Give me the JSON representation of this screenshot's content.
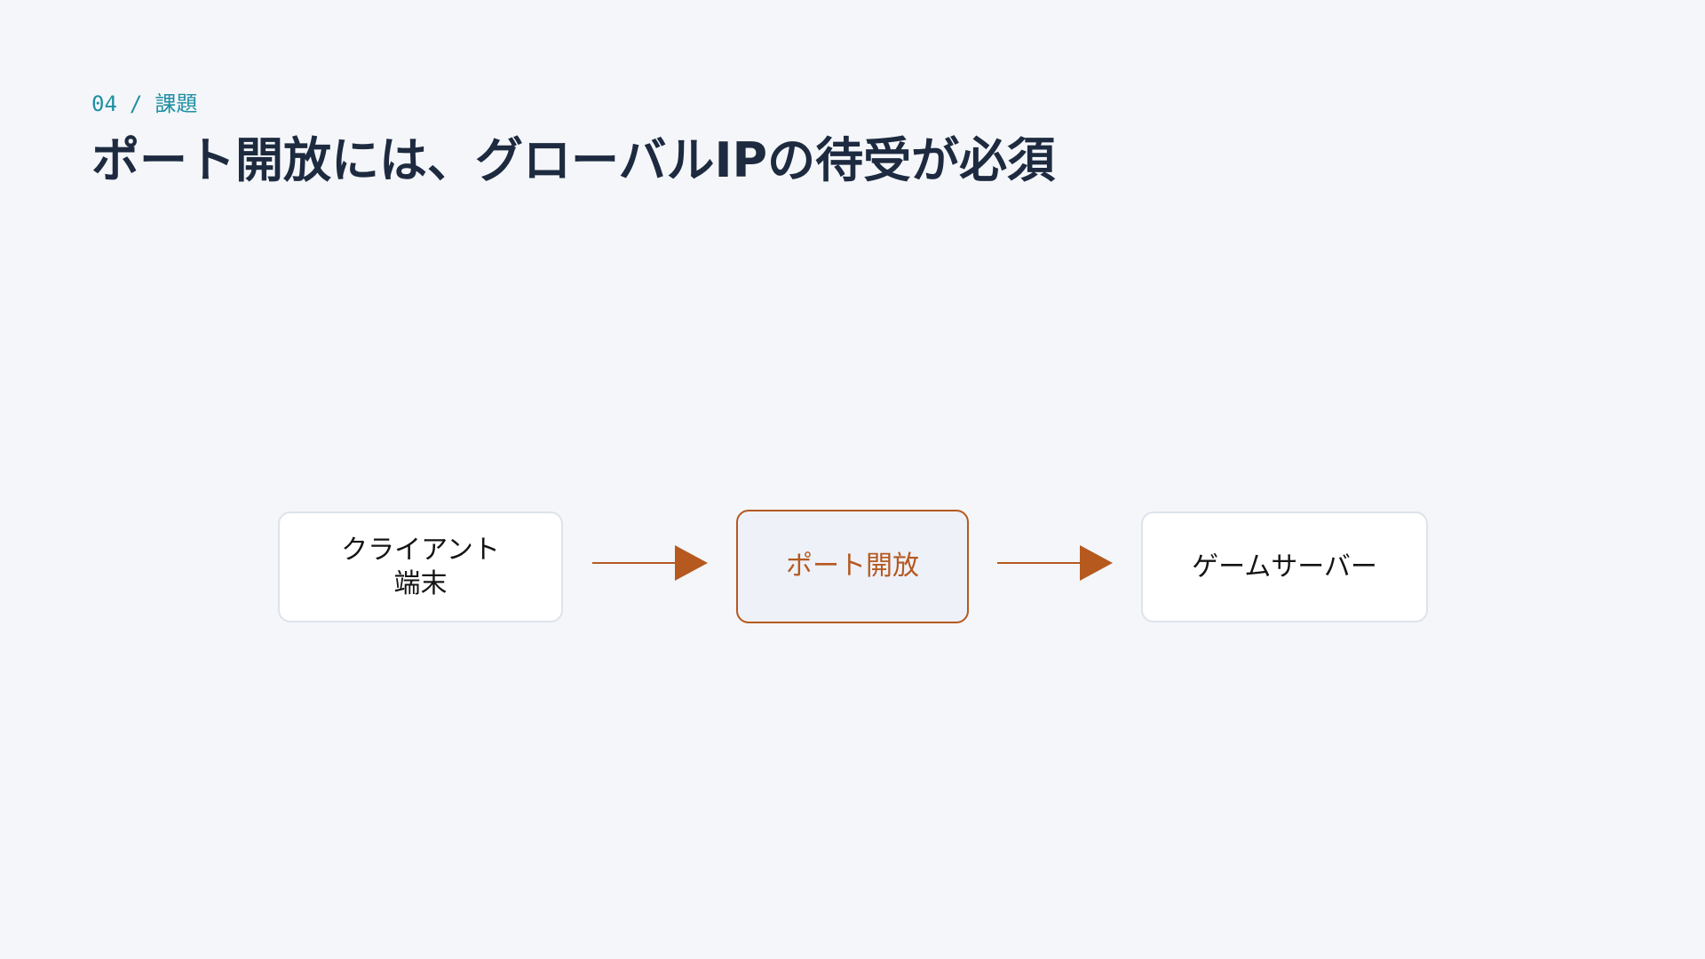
{
  "header": {
    "section_number": "04",
    "separator": "/",
    "section_name": "課題",
    "title": "ポート開放には、グローバルIPの待受が必須"
  },
  "diagram": {
    "nodes": [
      {
        "id": "client",
        "label": "クライアント\n端末",
        "emphasis": false
      },
      {
        "id": "port",
        "label": "ポート開放",
        "emphasis": true
      },
      {
        "id": "server",
        "label": "ゲームサーバー",
        "emphasis": false
      }
    ],
    "edges": [
      {
        "from": "client",
        "to": "port"
      },
      {
        "from": "port",
        "to": "server"
      }
    ]
  },
  "colors": {
    "background": "#f4f6f9",
    "accent": "#b5591f",
    "eyebrow": "#1f8fa3",
    "title": "#1d2a3f",
    "node_border": "#dde3ec"
  }
}
